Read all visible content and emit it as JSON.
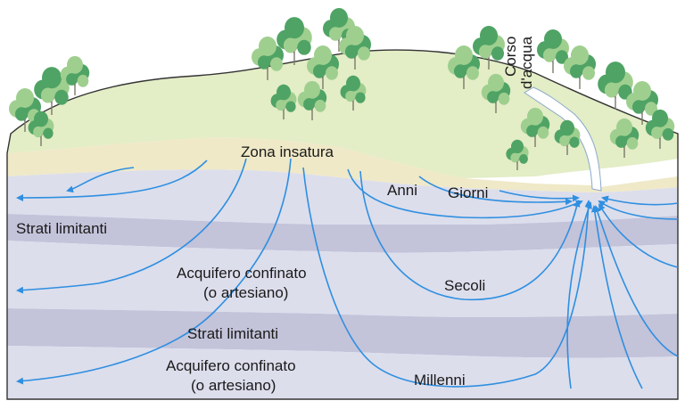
{
  "labels": {
    "unsaturated_zone": "Zona insatura",
    "stream": [
      "Corso",
      "d'acqua"
    ],
    "confining_layer_1": "Strati limitanti",
    "confining_layer_2": "Strati limitanti",
    "aquifer_1": [
      "Acquifero confinato",
      "(o artesiano)"
    ],
    "aquifer_2": [
      "Acquifero confinato",
      "(o artesiano)"
    ],
    "time_days": "Giorni",
    "time_years": "Anni",
    "time_centuries": "Secoli",
    "time_millennia": "Millenni"
  },
  "colors": {
    "hill": "#e3edc6",
    "unsaturated": "#efe9c8",
    "aquifer": "#dcdeec",
    "confining": "#c3c3da",
    "flow": "#2f8fe0",
    "outline": "#333333",
    "tree_light": "#9fcf8f",
    "tree_dark": "#4fa365",
    "trunk": "#7a7a6a"
  }
}
